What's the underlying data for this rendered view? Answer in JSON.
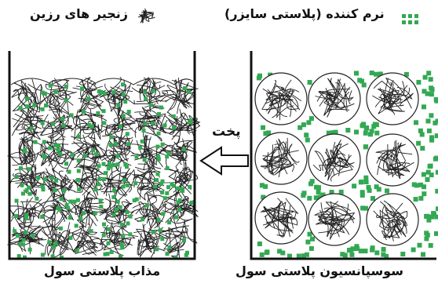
{
  "legend": {
    "resin_label": "زنجیر های رزین",
    "plasticizer_label": "نرم کننده (پلاستی سایزر)"
  },
  "process_label": "پخت",
  "captions": {
    "melt": "مذاب پلاستی سول",
    "suspension": "سوسپانسیون پلاستی سول"
  },
  "colors": {
    "plasticizer": "#33a853",
    "resin": "#222222",
    "container": "#111111"
  },
  "icons": {
    "resin": "tangled-chain-icon",
    "plasticizer": "green-dots-icon",
    "arrow": "arrow-left-icon"
  }
}
